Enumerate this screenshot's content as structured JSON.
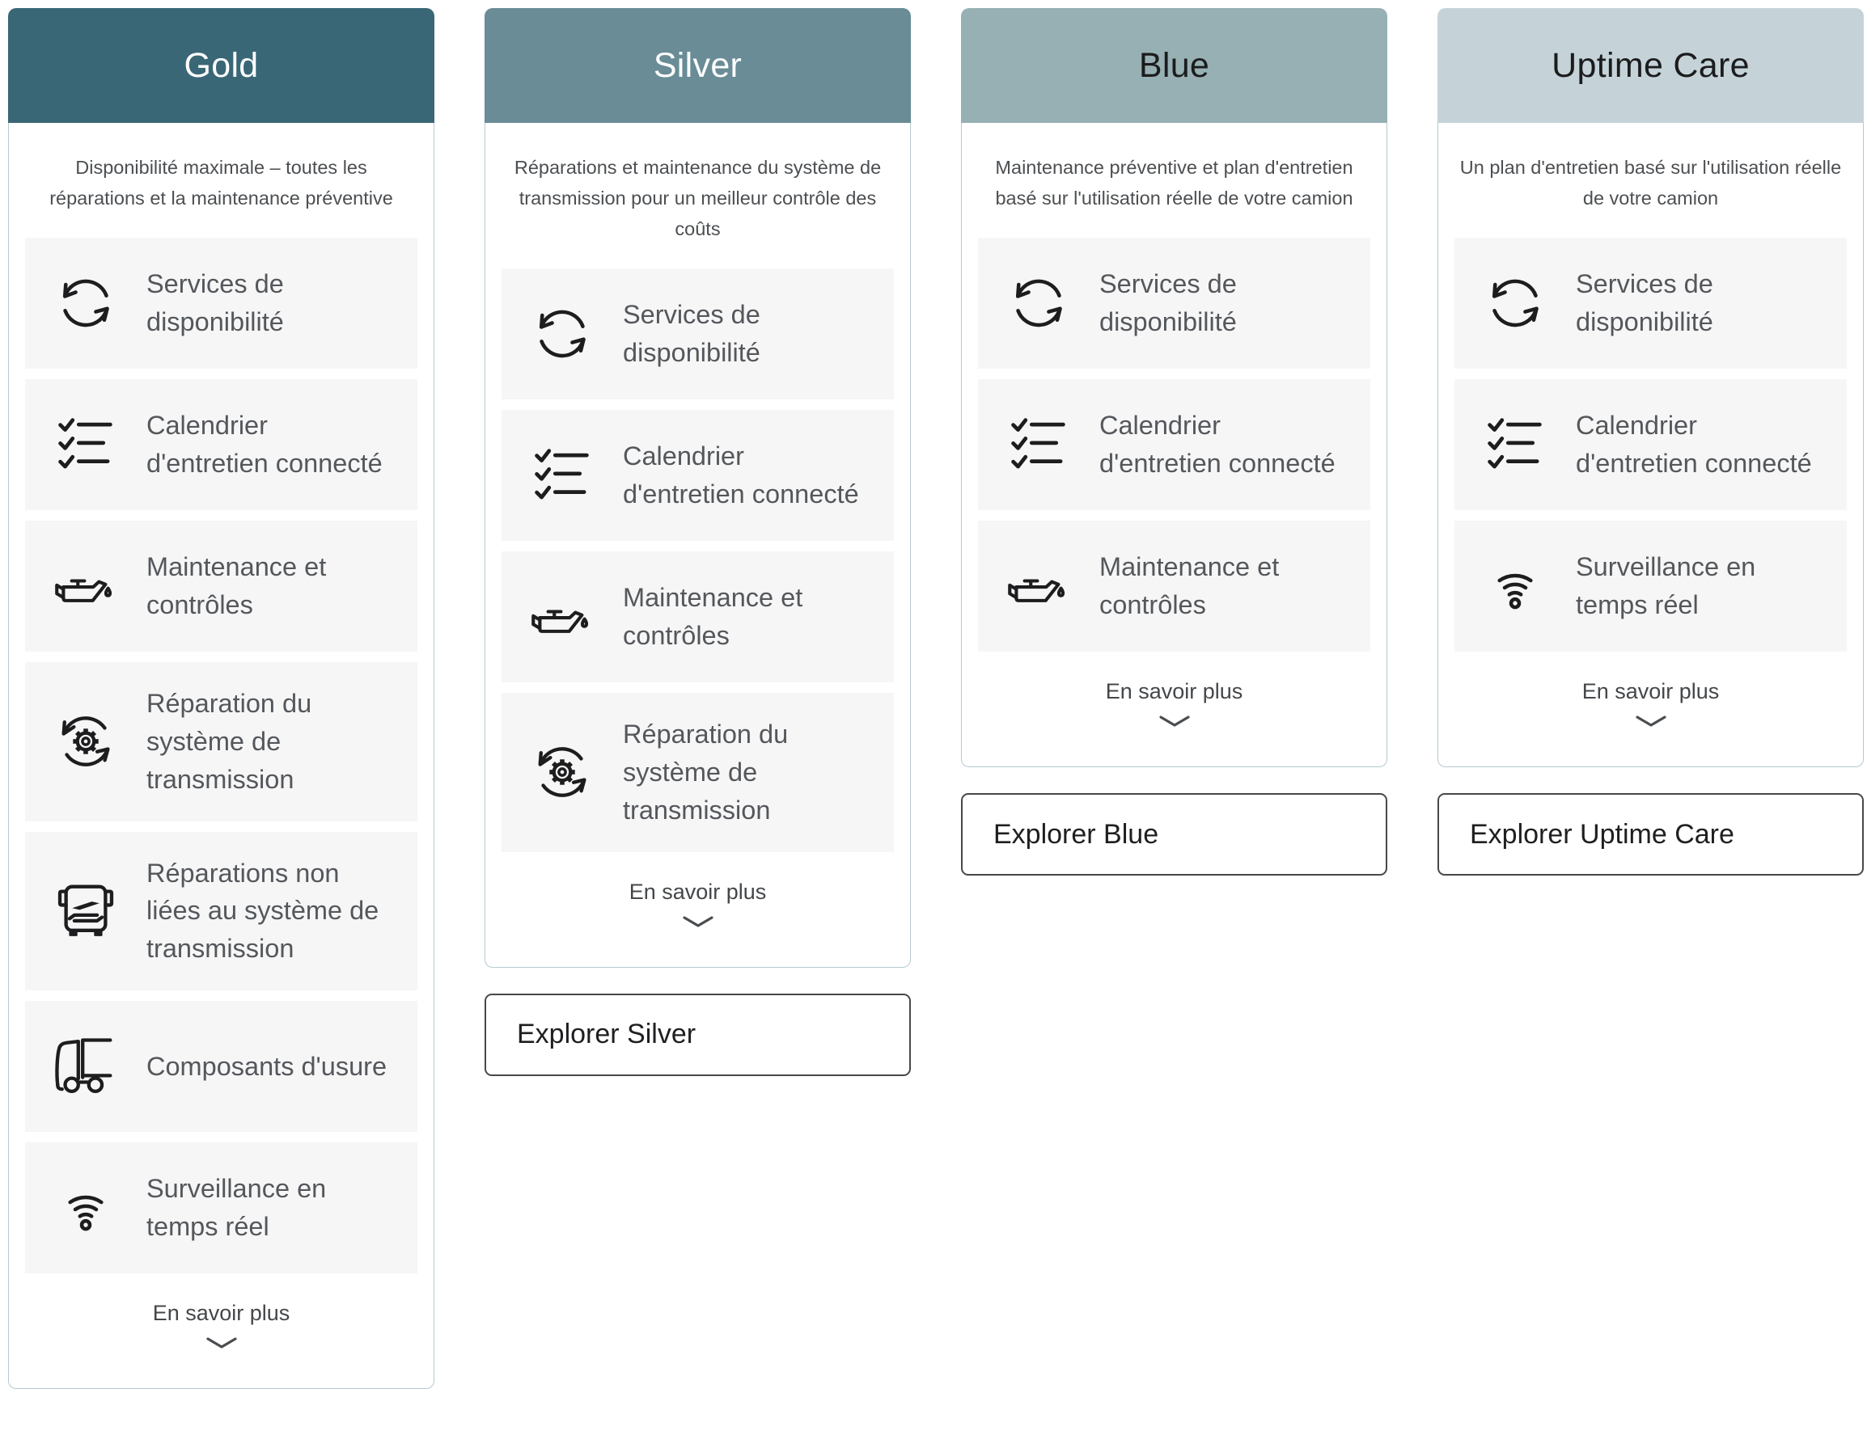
{
  "ui": {
    "learn_more_label": "En savoir plus",
    "colors": {
      "gold_header": "#3A6776",
      "silver_header": "#698C96",
      "blue_header": "#97B0B4",
      "uptime_care_header": "#C5D3D8",
      "card_border": "#B5C9CF",
      "feature_row_background": "#F6F6F6",
      "icon_stroke": "#1D1D1F"
    }
  },
  "cards": [
    {
      "id": "gold",
      "title": "Gold",
      "header_color": "#3A6776",
      "header_text_color": "#FFFFFF",
      "description": "Disponibilité maximale – toutes les\nréparations et la maintenance préventive",
      "features": [
        {
          "icon": "sync-arrows-icon",
          "label": "Services de\ndisponibilité"
        },
        {
          "icon": "checklist-icon",
          "label": "Calendrier\nd'entretien connecté"
        },
        {
          "icon": "oil-can-icon",
          "label": "Maintenance et\ncontrôles"
        },
        {
          "icon": "gear-arrows-icon",
          "label": "Réparation du\nsystème de\ntransmission"
        },
        {
          "icon": "truck-front-icon",
          "label": "Réparations non\nliées au système de\ntransmission"
        },
        {
          "icon": "truck-side-icon",
          "label": "Composants d'usure"
        },
        {
          "icon": "wifi-signal-icon",
          "label": "Surveillance en\ntemps réel"
        }
      ],
      "explore_button": null
    },
    {
      "id": "silver",
      "title": "Silver",
      "header_color": "#698C96",
      "header_text_color": "#FFFFFF",
      "description": "Réparations et maintenance du système de\ntransmission pour un meilleur contrôle des\ncoûts",
      "features": [
        {
          "icon": "sync-arrows-icon",
          "label": "Services de\ndisponibilité"
        },
        {
          "icon": "checklist-icon",
          "label": "Calendrier\nd'entretien connecté"
        },
        {
          "icon": "oil-can-icon",
          "label": "Maintenance et\ncontrôles"
        },
        {
          "icon": "gear-arrows-icon",
          "label": "Réparation du\nsystème de\ntransmission"
        }
      ],
      "explore_button": "Explorer Silver"
    },
    {
      "id": "blue",
      "title": "Blue",
      "header_color": "#97B0B4",
      "header_text_color": "#1B1C1D",
      "description": "Maintenance préventive et plan d'entretien\nbasé sur l'utilisation réelle de votre camion",
      "features": [
        {
          "icon": "sync-arrows-icon",
          "label": "Services de\ndisponibilité"
        },
        {
          "icon": "checklist-icon",
          "label": "Calendrier\nd'entretien connecté"
        },
        {
          "icon": "oil-can-icon",
          "label": "Maintenance et\ncontrôles"
        }
      ],
      "explore_button": "Explorer Blue"
    },
    {
      "id": "uptime-care",
      "title": "Uptime Care",
      "header_color": "#C5D3D8",
      "header_text_color": "#1B1C1D",
      "description": "Un plan d'entretien basé sur l'utilisation réelle\nde votre camion",
      "features": [
        {
          "icon": "sync-arrows-icon",
          "label": "Services de\ndisponibilité"
        },
        {
          "icon": "checklist-icon",
          "label": "Calendrier\nd'entretien connecté"
        },
        {
          "icon": "wifi-signal-icon",
          "label": "Surveillance en\ntemps réel"
        }
      ],
      "explore_button": "Explorer Uptime Care"
    }
  ]
}
